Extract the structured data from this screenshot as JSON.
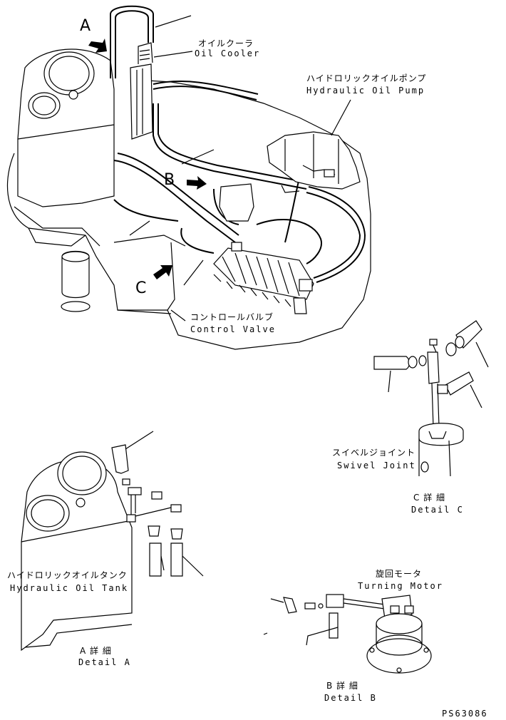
{
  "labels": {
    "oil_cooler_jp": "オイルクーラ",
    "oil_cooler_en": "Oil Cooler",
    "hyd_pump_jp": "ハイドロリックオイルポンプ",
    "hyd_pump_en": "Hydraulic Oil Pump",
    "control_valve_jp": "コントロールバルブ",
    "control_valve_en": "Control Valve",
    "swivel_joint_jp": "スイベルジョイント",
    "swivel_joint_en": "Swivel Joint",
    "hyd_tank_jp": "ハイドロリックオイルタンク",
    "hyd_tank_en": "Hydraulic Oil Tank",
    "turning_motor_jp": "旋回モータ",
    "turning_motor_en": "Turning Motor",
    "detail_a_jp": "A 詳 細",
    "detail_a_en": "Detail A",
    "detail_b_jp": "B 詳 細",
    "detail_b_en": "Detail B",
    "detail_c_jp": "C 詳 細",
    "detail_c_en": "Detail C",
    "part_no": "PS63086"
  },
  "view_letters": {
    "a": "A",
    "b": "B",
    "c": "C"
  }
}
